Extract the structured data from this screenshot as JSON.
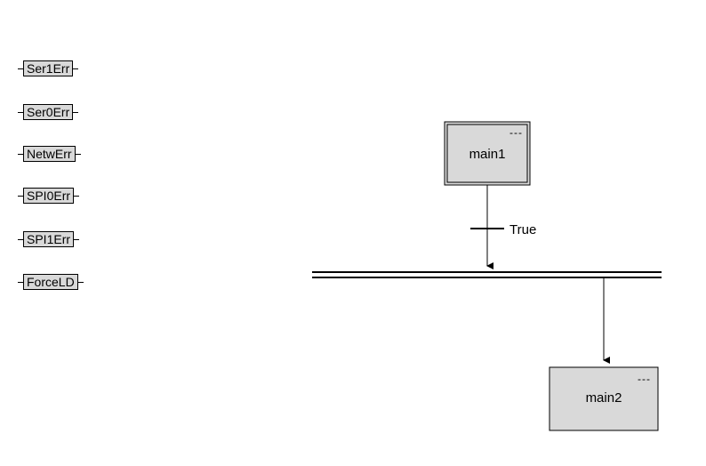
{
  "variables": [
    {
      "label": "Ser1Err"
    },
    {
      "label": "Ser0Err"
    },
    {
      "label": "NetwErr"
    },
    {
      "label": "SPI0Err"
    },
    {
      "label": "SPI1Err"
    },
    {
      "label": "ForceLD"
    }
  ],
  "steps": {
    "initial": {
      "name": "main1",
      "action_marker": "---"
    },
    "second": {
      "name": "main2",
      "action_marker": "---"
    }
  },
  "transition": {
    "condition": "True"
  },
  "colors": {
    "step_fill": "#d9d9d9",
    "line": "#000000",
    "background": "#ffffff"
  }
}
